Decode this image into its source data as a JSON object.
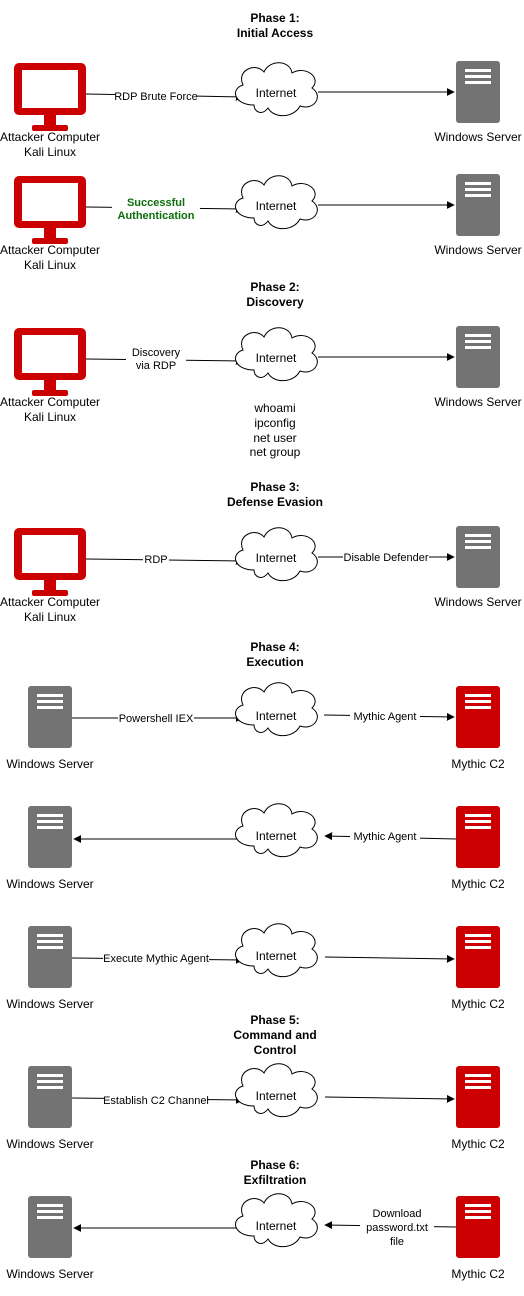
{
  "colors": {
    "attacker": "#cc0000",
    "server": "#737373",
    "c2": "#cc0000",
    "success": "#0a6e0a"
  },
  "icons": {
    "attacker": "monitor-icon",
    "server": "server-icon",
    "cloud": "cloud-icon"
  },
  "labels": {
    "attacker_line1": "Attacker Computer",
    "attacker_line2": "Kali Linux",
    "windows_server": "Windows Server",
    "mythic_c2": "Mythic C2",
    "internet": "Internet"
  },
  "phases": [
    {
      "lines": [
        "Phase 1:",
        "Initial Access"
      ]
    },
    {
      "lines": [
        "Phase 2:",
        "Discovery"
      ]
    },
    {
      "lines": [
        "Phase 3:",
        "Defense Evasion"
      ]
    },
    {
      "lines": [
        "Phase 4:",
        "Execution"
      ]
    },
    {
      "lines": [
        "Phase 5:",
        "Command and",
        "Control"
      ]
    },
    {
      "lines": [
        "Phase 6:",
        "Exfiltration"
      ]
    }
  ],
  "edge_labels": {
    "rdp_brute_force": "RDP Brute Force",
    "successful_authentication": [
      "Successful",
      "Authentication"
    ],
    "discovery_via_rdp": [
      "Discovery",
      "via RDP"
    ],
    "rdp": "RDP",
    "disable_defender": "Disable Defender",
    "powershell_iex": "Powershell IEX",
    "mythic_agent": "Mythic Agent",
    "mythic_agent_2": "Mythic Agent",
    "execute_mythic_agent": "Execute Mythic Agent",
    "establish_c2_channel": "Establish C2 Channel",
    "download_password": [
      "Download",
      "password.txt",
      "file"
    ]
  },
  "discovery_commands": [
    "whoami",
    "ipconfig",
    "net user",
    "net group"
  ]
}
